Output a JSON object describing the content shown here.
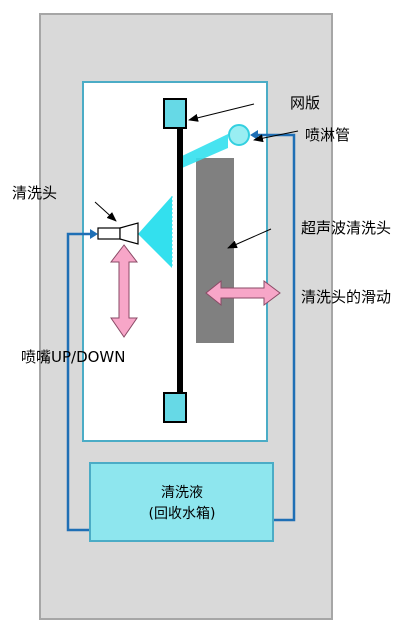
{
  "labels": {
    "screen": "网版",
    "spray_pipe": "喷淋管",
    "cleaning_head": "清洗头",
    "ultrasonic_head": "超声波清洗头",
    "head_slide": "清洗头的滑动",
    "nozzle_updown": "喷嘴UP/DOWN",
    "tank_line1": "清洗液",
    "tank_line2": "(回收水箱)"
  },
  "colors": {
    "cabinet_fill": "#d9d9d9",
    "cabinet_stroke": "#a6a6a6",
    "window_stroke": "#4bacc6",
    "frame_fill": "#66d9e6",
    "tank_fill": "#8ee6ee",
    "spray_fill": "#33e0ee",
    "pipe": "#1f6fb5",
    "ultrasonic_fill": "#808080",
    "arrow_pink": "#f7a6c8",
    "arrow_pink_stroke": "#8a4a66"
  },
  "icons": {
    "nozzle": "spray-nozzle-icon",
    "spray_ball": "spray-pipe-head-icon"
  }
}
